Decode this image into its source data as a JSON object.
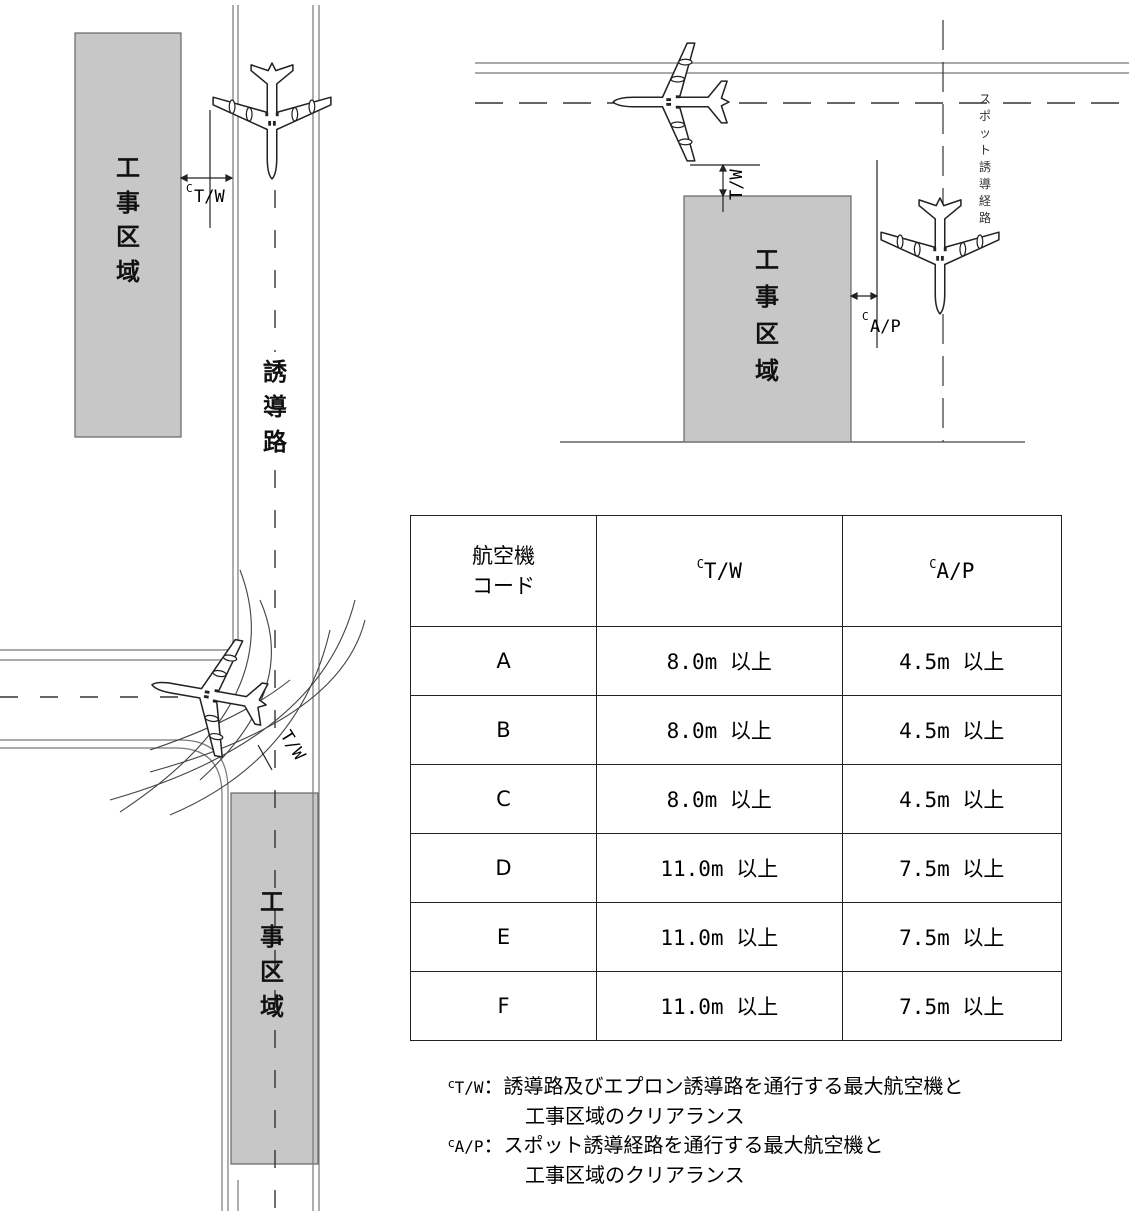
{
  "diagram": {
    "zone_label_chars": [
      "工",
      "事",
      "区",
      "域"
    ],
    "taxiway_label_chars": [
      "誘",
      "導",
      "路"
    ],
    "spot_route_label_chars": [
      "ス",
      "ポ",
      "ッ",
      "ト",
      "誘",
      "導",
      "経",
      "路"
    ],
    "ctw_label": {
      "super": "C",
      "main": "T/W"
    },
    "cap_label": {
      "super": "C",
      "main": "A/P"
    }
  },
  "table": {
    "header": {
      "code_line1": "航空機",
      "code_line2": "コード",
      "col1_super": "C",
      "col1_main": "T/W",
      "col2_super": "C",
      "col2_main": "A/P"
    },
    "unit": "以上",
    "rows": [
      {
        "code": "A",
        "tw": "8.0m",
        "ap": "4.5m"
      },
      {
        "code": "B",
        "tw": "8.0m",
        "ap": "4.5m"
      },
      {
        "code": "C",
        "tw": "8.0m",
        "ap": "4.5m"
      },
      {
        "code": "D",
        "tw": "11.0m",
        "ap": "7.5m"
      },
      {
        "code": "E",
        "tw": "11.0m",
        "ap": "7.5m"
      },
      {
        "code": "F",
        "tw": "11.0m",
        "ap": "7.5m"
      }
    ]
  },
  "notes": [
    {
      "key_super": "c",
      "key": "T/W",
      "sep": "：",
      "text": "誘導路及びエプロン誘導路を通行する最大航空機と",
      "cont": "工事区域のクリアランス"
    },
    {
      "key_super": "c",
      "key": "A/P",
      "sep": "：",
      "text": "スポット誘導経路を通行する最大航空機と",
      "cont": "工事区域のクリアランス"
    }
  ]
}
